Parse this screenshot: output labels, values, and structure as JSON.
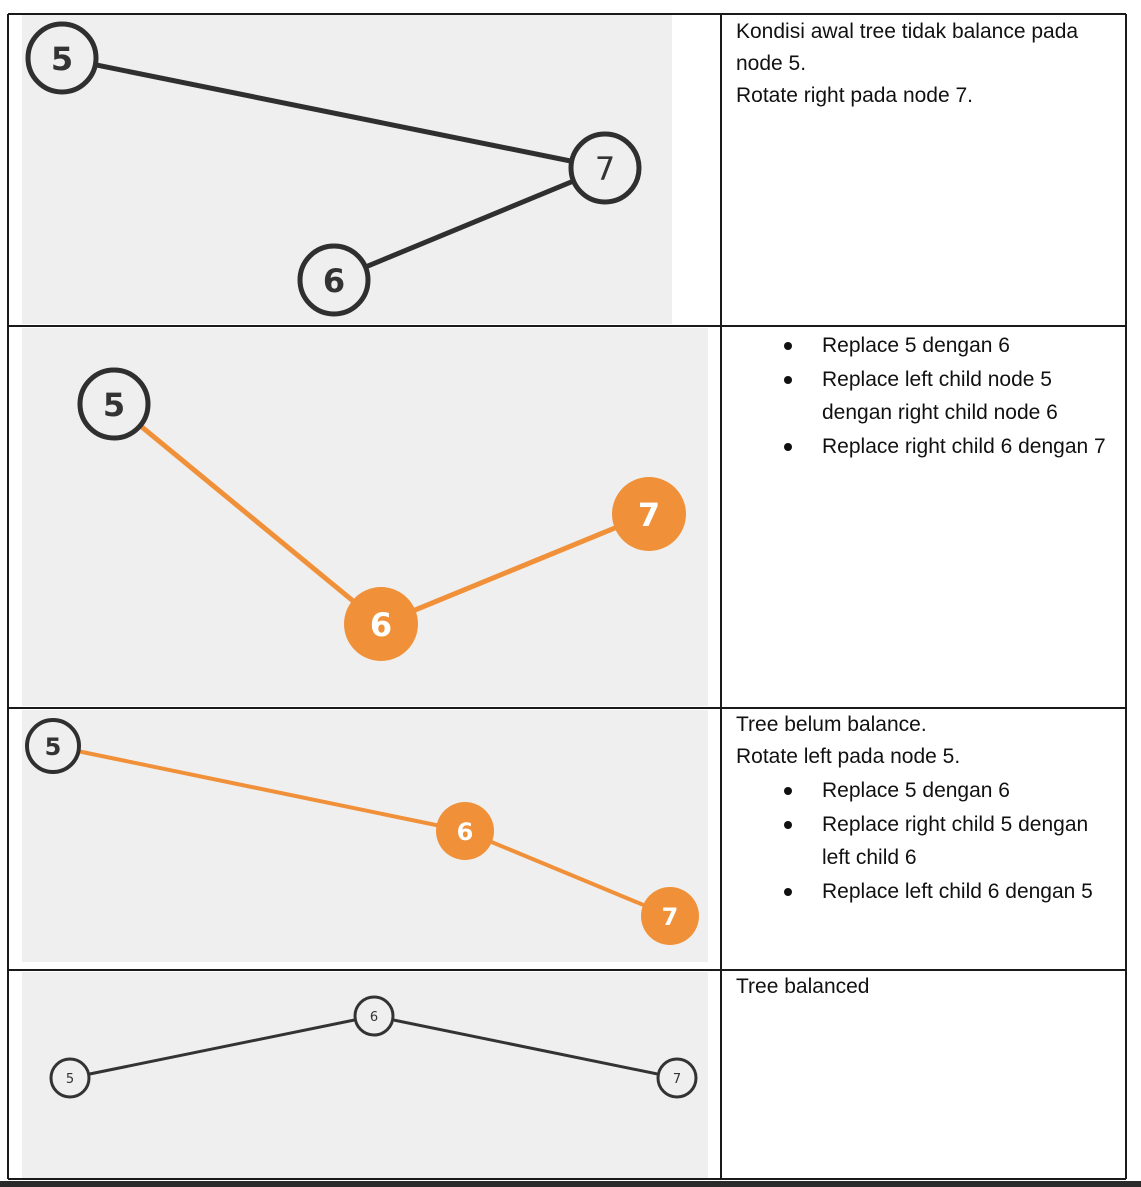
{
  "colors": {
    "accent": "#f0913a",
    "node_dark": "#2f2f2f",
    "panel_bg": "#efefef",
    "grid": "#1a1a1a"
  },
  "steps": [
    {
      "lines": [
        "Kondisi awal tree tidak balance pada node 5.",
        "Rotate right pada node 7."
      ],
      "bullets": [],
      "nodes": [
        "5",
        "7",
        "6"
      ]
    },
    {
      "lines": [],
      "bullets": [
        "Replace 5 dengan 6",
        "Replace left child node 5 dengan right child node 6",
        "Replace right child 6 dengan 7"
      ],
      "nodes": [
        "5",
        "7",
        "6"
      ]
    },
    {
      "lines": [
        "Tree belum balance.",
        "Rotate left pada node 5."
      ],
      "bullets": [
        "Replace 5 dengan 6",
        "Replace right child 5 dengan left child 6",
        "Replace left child 6 dengan 5"
      ],
      "nodes": [
        "5",
        "6",
        "7"
      ]
    },
    {
      "lines": [
        "Tree balanced"
      ],
      "bullets": [],
      "nodes": [
        "6",
        "5",
        "7"
      ]
    }
  ]
}
